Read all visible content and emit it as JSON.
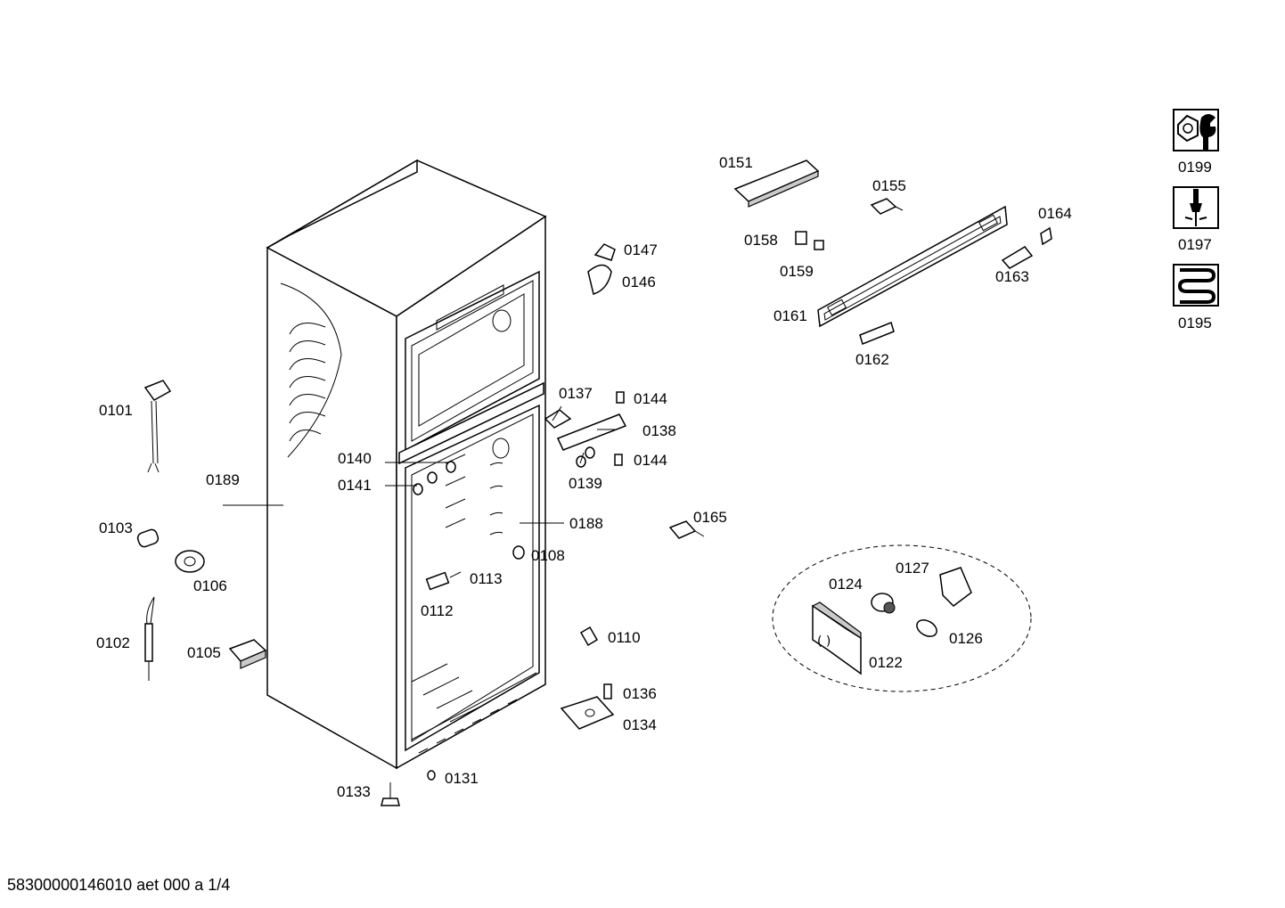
{
  "labels": {
    "p0101": "0101",
    "p0102": "0102",
    "p0103": "0103",
    "p0105": "0105",
    "p0106": "0106",
    "p0108": "0108",
    "p0110": "0110",
    "p0112": "0112",
    "p0113": "0113",
    "p0122": "0122",
    "p0124": "0124",
    "p0126": "0126",
    "p0127": "0127",
    "p0131": "0131",
    "p0133": "0133",
    "p0134": "0134",
    "p0136": "0136",
    "p0137": "0137",
    "p0138": "0138",
    "p0139": "0139",
    "p0140": "0140",
    "p0141": "0141",
    "p0144a": "0144",
    "p0144b": "0144",
    "p0146": "0146",
    "p0147": "0147",
    "p0151": "0151",
    "p0155": "0155",
    "p0158": "0158",
    "p0159": "0159",
    "p0161": "0161",
    "p0162": "0162",
    "p0163": "0163",
    "p0164": "0164",
    "p0165": "0165",
    "p0188": "0188",
    "p0189": "0189",
    "p0195": "0195",
    "p0197": "0197",
    "p0199": "0199"
  },
  "footer": "58300000146010 aet 000 a 1/4",
  "icons": [
    "wrench-nut-icon",
    "screwdriver-icon",
    "heating-coil-icon"
  ]
}
